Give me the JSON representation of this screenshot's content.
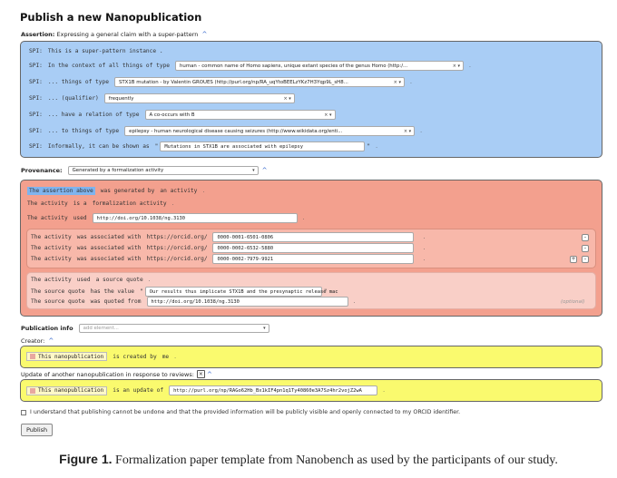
{
  "page_title": "Publish a new Nanopublication",
  "assertion": {
    "label": "Assertion:",
    "description": "Expressing a general claim with a super-pattern",
    "caret": "^",
    "rows": [
      {
        "prefix": "SPI:",
        "text": "This is a  super-pattern instance  ."
      },
      {
        "prefix": "SPI:",
        "text": "In the context of all things of type",
        "field": "human - common name of Homo sapiens, unique extant species of the genus Homo (http:/...",
        "control": "× ▾",
        "end": "."
      },
      {
        "prefix": "SPI:",
        "text": "... things of type",
        "field": "STX1B mutation - by Valentin GROUES (http://purl.org/np/RA_uqYtoBEELzYKz7H3Yqp9L_sH8...",
        "control": "× ▾",
        "end": "."
      },
      {
        "prefix": "SPI:",
        "text": "... (qualifier)",
        "field": "frequently",
        "control": "× ▾"
      },
      {
        "prefix": "SPI:",
        "text": "... have a relation of type",
        "field": "A co-occurs with B",
        "control": "× ▾"
      },
      {
        "prefix": "SPI:",
        "text": "... to things of type",
        "field": "epilepsy - human neurological disease causing seizures (http://www.wikidata.org/enti...",
        "control": "× ▾",
        "end": "."
      },
      {
        "prefix": "SPI:",
        "text": "Informally, it can be shown as",
        "quote_open": "\"",
        "field": "Mutations in STX1B are associated with epilepsy",
        "quote_close": "\"",
        "end": "."
      }
    ]
  },
  "provenance": {
    "label": "Provenance:",
    "select_value": "Generated by a formalization activity",
    "caret": "^",
    "rows": [
      {
        "subject": "The assertion above",
        "verb": "was generated by",
        "object": "an activity",
        "end": "."
      },
      {
        "subject": "The activity",
        "verb": "is a",
        "object": "formalization activity",
        "end": "."
      },
      {
        "subject": "The activity",
        "verb": "used",
        "field": "http://doi.org/10.1038/ng.3130",
        "end": "."
      }
    ],
    "associations": [
      {
        "subject": "The activity",
        "verb": "was associated with",
        "prefix": "https://orcid.org/",
        "value": "0000-0001-6501-0806",
        "end": "."
      },
      {
        "subject": "The activity",
        "verb": "was associated with",
        "prefix": "https://orcid.org/",
        "value": "0000-0002-6532-5880",
        "end": "."
      },
      {
        "subject": "The activity",
        "verb": "was associated with",
        "prefix": "https://orcid.org/",
        "value": "0000-0002-7979-9921",
        "end": "."
      }
    ],
    "quote_rows": [
      {
        "subject": "The activity",
        "verb": "used",
        "object": "a source quote",
        "end": "."
      },
      {
        "subject": "The source quote",
        "verb": "has the value",
        "quote_open": "\"",
        "field": "Our results thus implicate STX1B and the presynaptic release mac",
        "quote_close": "\"",
        "end": "."
      },
      {
        "subject": "The source quote",
        "verb": "was quoted from",
        "field": "http://doi.org/10.1038/ng.3130",
        "end": "."
      }
    ],
    "optional_label": "(optional)",
    "minus": "-",
    "plus": "+"
  },
  "pubinfo": {
    "label": "Publication info",
    "select_placeholder": "add element...",
    "creator_label": "Creator:",
    "caret": "^",
    "creator_row": {
      "chip": "This nanopublication",
      "verb": "is created by",
      "object": "me",
      "end": "."
    },
    "update_label": "Update of another nanopublication in response to reviews:",
    "update_x": "×",
    "update_row": {
      "chip": "This nanopublication",
      "verb": "is an update of",
      "field": "http://purl.org/np/RAGo62Hb_Bx1kIF4pn1q1Ty40860e3A7Sz4hr2vojZ2wA",
      "end": "."
    }
  },
  "consent_text": "I understand that publishing cannot be undone and that the provided information will be publicly visible and openly connected to my ORCID identifier.",
  "publish_button": "Publish",
  "caption": {
    "label": "Figure 1.",
    "text": "Formalization paper template from Nanobench as used by the participants of our study."
  }
}
